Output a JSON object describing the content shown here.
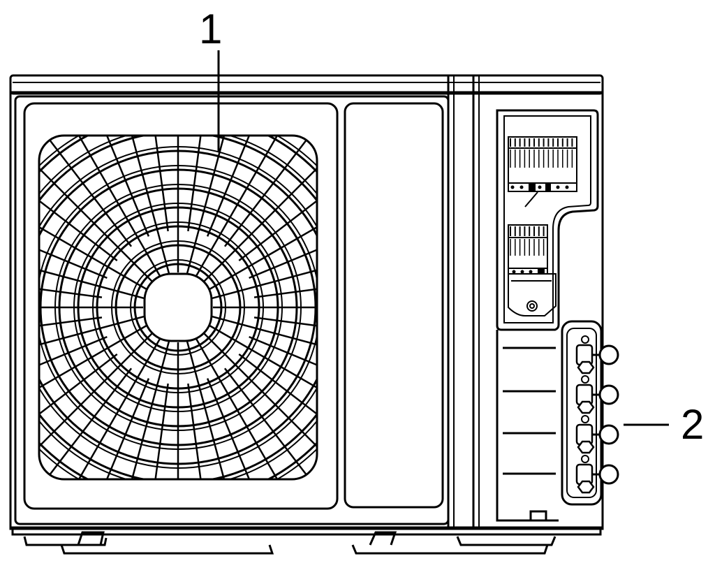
{
  "figure": {
    "background": "#ffffff",
    "line_color": "#000000",
    "callouts": [
      {
        "id": "1",
        "label": "1"
      },
      {
        "id": "2",
        "label": "2"
      }
    ],
    "fan_guard": {
      "rings": 9,
      "spokes": 48
    },
    "valves": {
      "count": 4
    }
  }
}
